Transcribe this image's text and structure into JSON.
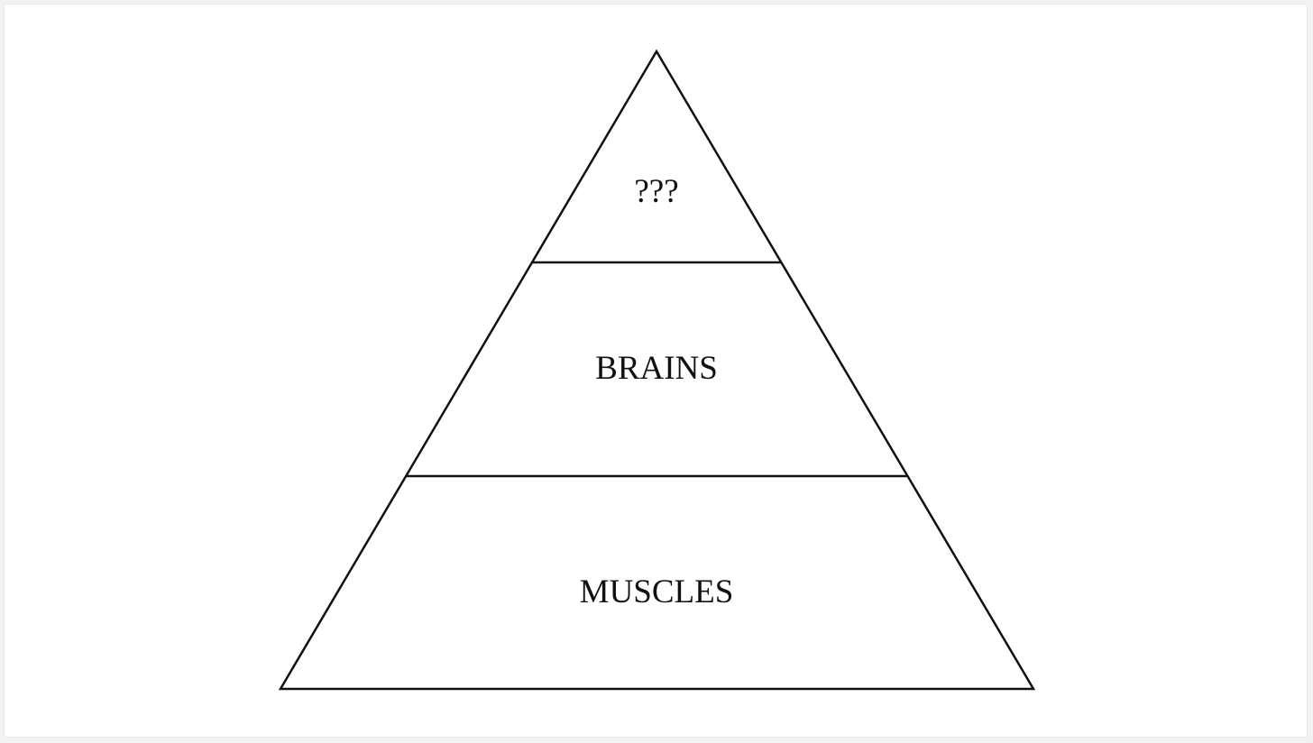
{
  "diagram": {
    "type": "pyramid",
    "tiers": [
      {
        "label": "???"
      },
      {
        "label": "BRAINS"
      },
      {
        "label": "MUSCLES"
      }
    ]
  }
}
